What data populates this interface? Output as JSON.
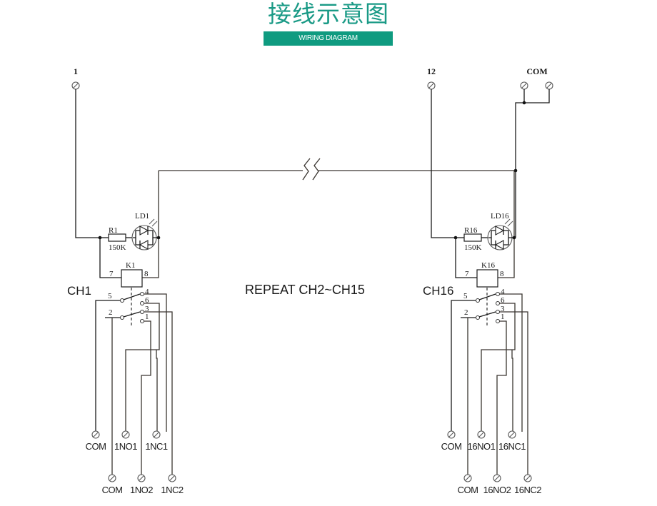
{
  "header": {
    "title": "接线示意图",
    "subtitle": "WIRING DIAGRAM",
    "accent_color": "#0f9b80"
  },
  "diagram": {
    "repeat_label": "REPEAT CH2~CH15",
    "common_terminal_label": "COM",
    "channels": [
      {
        "id": "ch1",
        "channel_label": "CH1",
        "input_terminal_label": "1",
        "resistor_label": "R1",
        "resistor_value": "150K",
        "led_label": "LD1",
        "relay_label": "K1",
        "coil_pin_left": "7",
        "coil_pin_right": "8",
        "contact_pins": [
          "5",
          "4",
          "6",
          "2",
          "3",
          "1"
        ],
        "outputs_row1": [
          "COM",
          "1NO1",
          "1NC1"
        ],
        "outputs_row2": [
          "COM",
          "1NO2",
          "1NC2"
        ]
      },
      {
        "id": "ch16",
        "channel_label": "CH16",
        "input_terminal_label": "12",
        "resistor_label": "R16",
        "resistor_value": "150K",
        "led_label": "LD16",
        "relay_label": "K16",
        "coil_pin_left": "7",
        "coil_pin_right": "8",
        "contact_pins": [
          "5",
          "4",
          "6",
          "2",
          "3",
          "1"
        ],
        "outputs_row1": [
          "COM",
          "16NO1",
          "16NC1"
        ],
        "outputs_row2": [
          "COM",
          "16NO2",
          "16NC2"
        ]
      }
    ]
  }
}
